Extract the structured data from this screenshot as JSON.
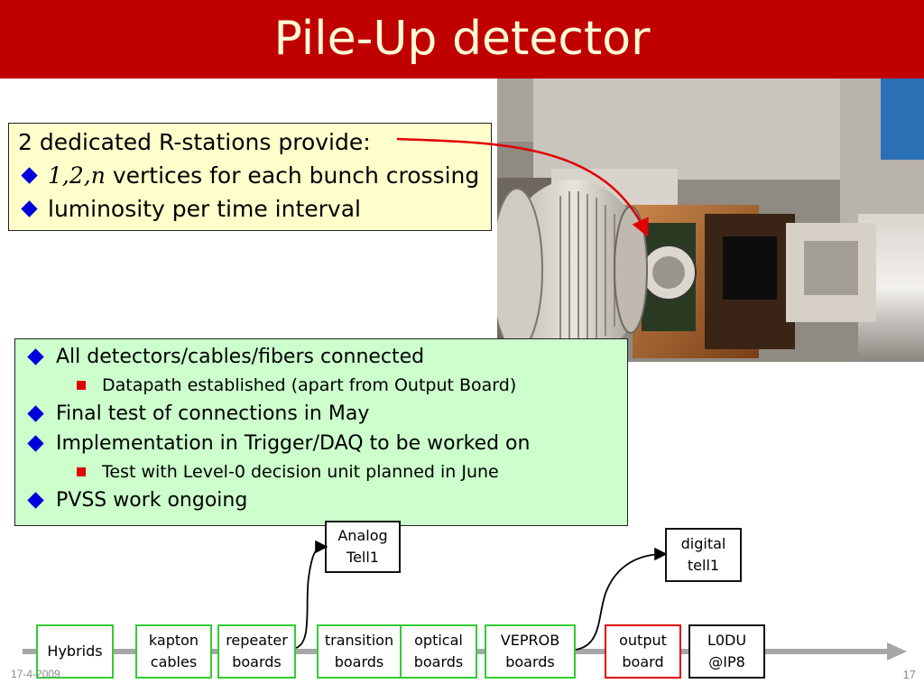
{
  "slide": {
    "title": "Pile-Up detector",
    "date": "17-4-2009",
    "page_number": "17",
    "title_bar_color": "#c00000",
    "title_text_color": "#fffbd5"
  },
  "info_box": {
    "heading": "2 dedicated R-stations provide:",
    "bullets": [
      {
        "math": "1,2,n",
        "text": "vertices for each bunch crossing"
      },
      {
        "math": "",
        "text": "luminosity per time interval"
      }
    ],
    "background": "#ffffcc"
  },
  "status_box": {
    "background": "#ccffcc",
    "items": [
      {
        "text": "All detectors/cables/fibers connected",
        "sub": [
          "Datapath established (apart from Output Board)"
        ]
      },
      {
        "text": "Final test of connections in May",
        "sub": []
      },
      {
        "text": "Implementation in Trigger/DAQ to be worked on",
        "sub": [
          "Test with Level-0 decision unit planned in June"
        ]
      },
      {
        "text": "PVSS work ongoing",
        "sub": []
      }
    ]
  },
  "photo": {
    "icon": "detector-photo"
  },
  "flow": {
    "chain": [
      {
        "line1": "Hybrids",
        "line2": "",
        "status": "done"
      },
      {
        "line1": "kapton",
        "line2": "cables",
        "status": "done"
      },
      {
        "line1": "repeater",
        "line2": "boards",
        "status": "done"
      },
      {
        "line1": "transition",
        "line2": "boards",
        "status": "done"
      },
      {
        "line1": "optical",
        "line2": "boards",
        "status": "done"
      },
      {
        "line1": "VEPROB",
        "line2": "boards",
        "status": "done"
      },
      {
        "line1": "output",
        "line2": "board",
        "status": "missing"
      },
      {
        "line1": "L0DU",
        "line2": "@IP8",
        "status": "external"
      }
    ],
    "branches": [
      {
        "line1": "Analog",
        "line2": "Tell1"
      },
      {
        "line1": "digital",
        "line2": "tell1"
      }
    ],
    "colors": {
      "done": "#33cc33",
      "missing": "#e00000",
      "external": "#111111",
      "axis": "#a6a6a6"
    }
  }
}
